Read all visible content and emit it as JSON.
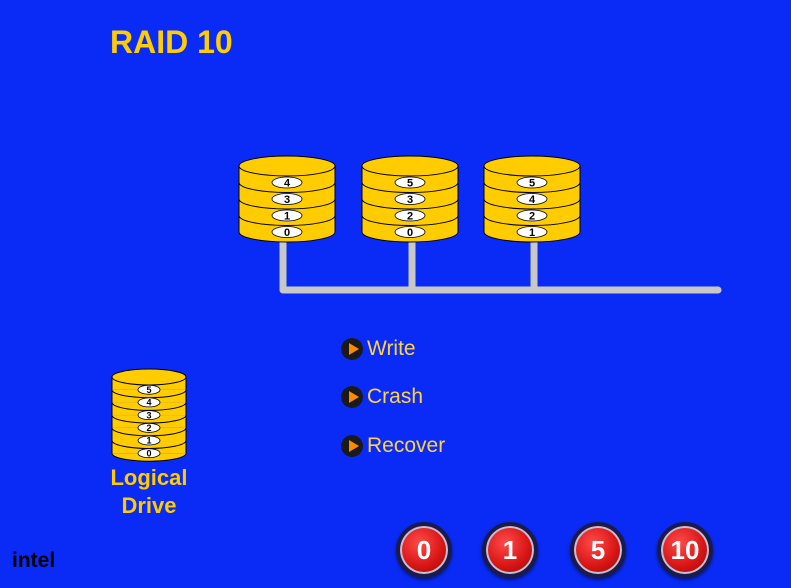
{
  "title": "RAID 10",
  "physical_disks": [
    {
      "blocks": [
        "4",
        "3",
        "1",
        "0"
      ]
    },
    {
      "blocks": [
        "5",
        "3",
        "2",
        "0"
      ]
    },
    {
      "blocks": [
        "5",
        "4",
        "2",
        "1"
      ]
    }
  ],
  "logical_drive": {
    "blocks": [
      "5",
      "4",
      "3",
      "2",
      "1",
      "0"
    ],
    "label_line1": "Logical",
    "label_line2": "Drive"
  },
  "actions": [
    {
      "label": "Write"
    },
    {
      "label": "Crash"
    },
    {
      "label": "Recover"
    }
  ],
  "raid_buttons": [
    {
      "label": "0"
    },
    {
      "label": "1"
    },
    {
      "label": "5"
    },
    {
      "label": "10"
    }
  ],
  "footer": "intel",
  "colors": {
    "background": "#0a2bf5",
    "disk_fill": "#ffcc00",
    "title": "#ffcc00",
    "bus": "#c8c8c8",
    "button": "#d81515"
  }
}
